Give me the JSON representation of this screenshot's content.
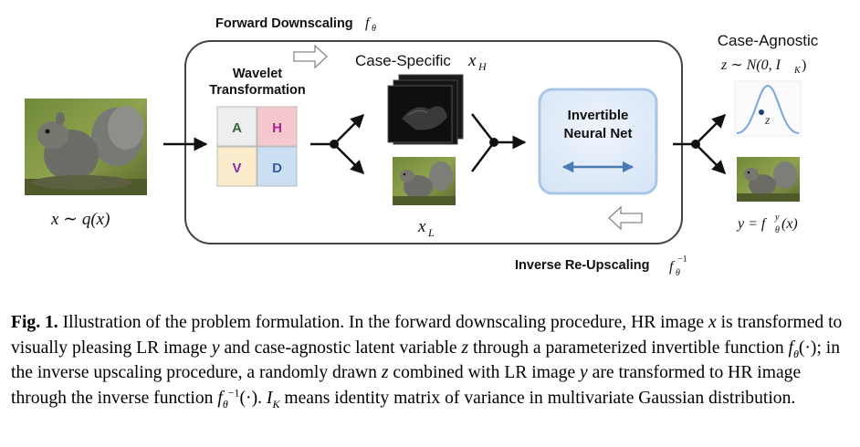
{
  "figure": {
    "forward_label": "Forward Downscaling",
    "forward_symbol": "f",
    "forward_symbol_sub": "θ",
    "inverse_label": "Inverse Re-Upscaling",
    "inverse_symbol": "f",
    "inverse_symbol_sub": "θ",
    "inverse_symbol_sup": "−1",
    "wavelet_title_line1": "Wavelet",
    "wavelet_title_line2": "Transformation",
    "wavelet_cells": {
      "a": "A",
      "h": "H",
      "v": "V",
      "d": "D"
    },
    "case_specific_label": "Case-Specific",
    "case_specific_var": "x",
    "case_specific_sub": "H",
    "lr_var": "x",
    "lr_sub": "L",
    "inn_line1": "Invertible",
    "inn_line2": "Neural Net",
    "case_agnostic_label": "Case-Agnostic",
    "latent_dist": "z ∼ N(0, I",
    "latent_dist_sub": "K",
    "latent_dist_close": ")",
    "gauss_point_label": "z",
    "input_label": "x ∼ q(x)",
    "output_label_lhs": "y = f",
    "output_label_sub": "θ",
    "output_label_sup": "y",
    "output_label_rhs": "(x)",
    "colors": {
      "wavelet_A": "#eeeeee",
      "wavelet_H": "#f5c8cf",
      "wavelet_V": "#fbeccb",
      "wavelet_D": "#cbdff3",
      "inn_fill": "#dde9f7",
      "inn_border": "#a9c6e8",
      "arrow_blue": "#4a7bb4",
      "gauss_line": "#7ba6d6"
    }
  },
  "caption": {
    "fig_label": "Fig. 1.",
    "text_1": " Illustration of the problem formulation. In the forward downscaling procedure, HR image ",
    "x_var": "x",
    "text_2": " is transformed to visually pleasing LR image ",
    "y_var": "y",
    "text_3": " and case-agnostic latent variable ",
    "z_var": "z",
    "text_4": " through a parameterized invertible function ",
    "f_var": "f",
    "f_sub": "θ",
    "f_arg": "(·)",
    "text_5": "; in the inverse upscaling procedure, a randomly drawn ",
    "z_var2": "z",
    "text_6": " combined with LR image ",
    "y_var2": "y",
    "text_7": " are transformed to HR image through the inverse function ",
    "finv_var": "f",
    "finv_sub": "θ",
    "finv_sup": "−1",
    "finv_arg": "(·).",
    "ik_var": "I",
    "ik_sub": "K",
    "text_8": " means identity matrix of variance in multivariate Gaussian distribution."
  }
}
